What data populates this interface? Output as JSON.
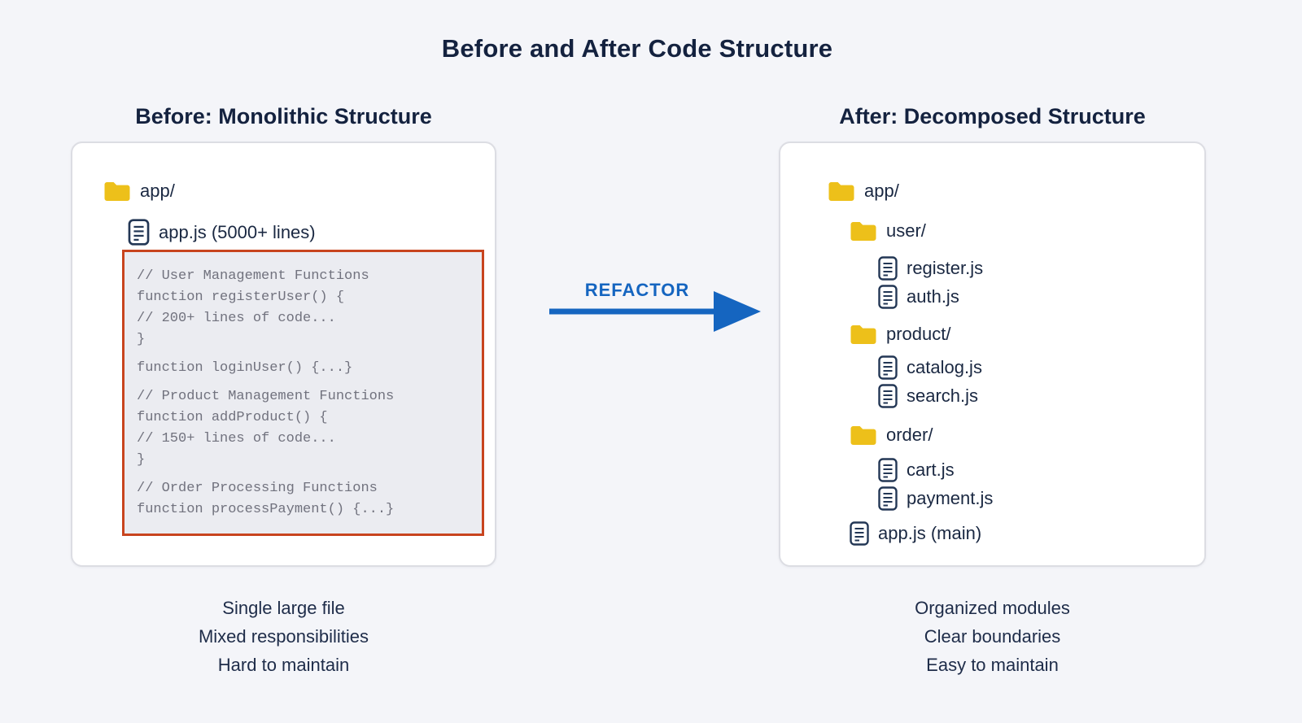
{
  "title": "Before and After Code Structure",
  "before": {
    "heading": "Before: Monolithic Structure",
    "root_folder": "app/",
    "main_file": "app.js (5000+ lines)",
    "code_blocks": [
      [
        "// User Management Functions",
        "function registerUser() {",
        "// 200+ lines of code...",
        "}"
      ],
      [
        "function loginUser() {...}"
      ],
      [
        "// Product Management Functions",
        "function addProduct() {",
        "// 150+ lines of code...",
        "}"
      ],
      [
        "// Order Processing Functions",
        "function processPayment() {...}"
      ]
    ],
    "captions": [
      "Single large file",
      "Mixed responsibilities",
      "Hard to maintain"
    ]
  },
  "refactor_arrow": {
    "label": "REFACTOR",
    "color": "#1565c0"
  },
  "after": {
    "heading": "After: Decomposed Structure",
    "tree": [
      {
        "type": "folder",
        "label": "app/",
        "level": 0
      },
      {
        "type": "folder",
        "label": "user/",
        "level": 1
      },
      {
        "type": "file",
        "label": "register.js",
        "level": 2
      },
      {
        "type": "file",
        "label": "auth.js",
        "level": 2
      },
      {
        "type": "folder",
        "label": "product/",
        "level": 1
      },
      {
        "type": "file",
        "label": "catalog.js",
        "level": 2
      },
      {
        "type": "file",
        "label": "search.js",
        "level": 2
      },
      {
        "type": "folder",
        "label": "order/",
        "level": 1
      },
      {
        "type": "file",
        "label": "cart.js",
        "level": 2
      },
      {
        "type": "file",
        "label": "payment.js",
        "level": 2
      },
      {
        "type": "file",
        "label": "app.js (main)",
        "level": 1
      }
    ],
    "captions": [
      "Organized modules",
      "Clear boundaries",
      "Easy to maintain"
    ]
  },
  "icons": {
    "folder": "folder-icon",
    "file": "file-icon",
    "arrow": "right-arrow-icon"
  },
  "colors": {
    "background": "#f4f5f9",
    "panel_bg": "#ffffff",
    "panel_border": "#dcdde3",
    "heading_text": "#14223f",
    "tree_text": "#1a2842",
    "folder_yellow": "#edc01a",
    "file_icon_stroke": "#233755",
    "code_bg": "#ebecf1",
    "code_border": "#c8441e",
    "code_text": "#71727e",
    "arrow_blue": "#1565c0"
  }
}
